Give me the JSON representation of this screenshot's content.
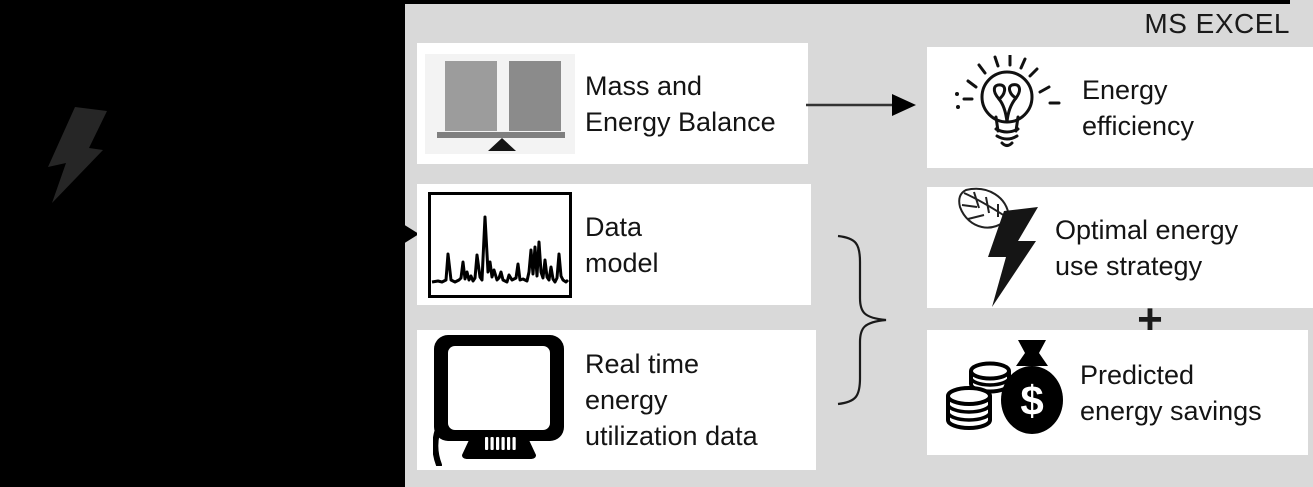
{
  "title": "MS EXCEL",
  "source_panel": {
    "icon": "lightning-bolt-icon"
  },
  "inputs": [
    {
      "icon": "balance-scale-icon",
      "lines": [
        "Mass and",
        "Energy Balance"
      ]
    },
    {
      "icon": "signal-chart-icon",
      "lines": [
        "Data",
        "model"
      ]
    },
    {
      "icon": "crt-monitor-icon",
      "lines": [
        "Real time",
        "energy",
        "utilization data"
      ]
    }
  ],
  "outputs": [
    {
      "icon": "lightbulb-leaf-icon",
      "lines": [
        "Energy",
        "efficiency"
      ]
    },
    {
      "icon": "leaf-lightning-icon",
      "lines": [
        "Optimal energy",
        "use strategy"
      ]
    },
    {
      "icon": "money-bag-coins-icon",
      "lines": [
        "Predicted",
        "energy savings"
      ]
    }
  ],
  "operators": {
    "plus": "+",
    "dollar": "$"
  },
  "colors": {
    "left_bg": "#000000",
    "panel_bg": "#d9d9d9",
    "card_bg": "#ffffff",
    "bolt_gray": "#262626",
    "text": "#141414",
    "balance_left_weight": "#9c9c9c",
    "balance_right_weight": "#8b8b8b",
    "balance_beam": "#7f7f7f"
  }
}
